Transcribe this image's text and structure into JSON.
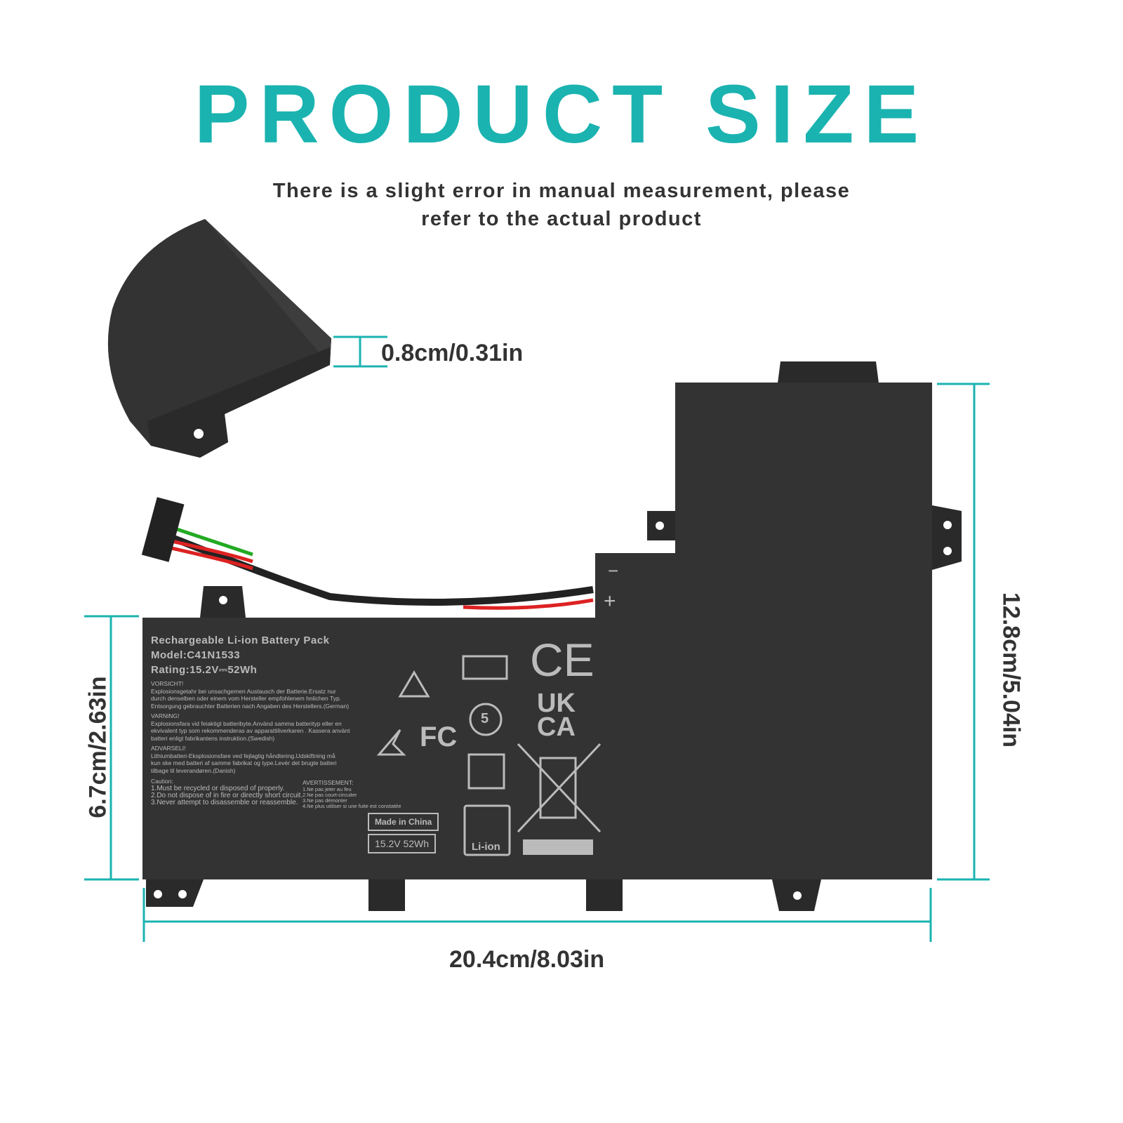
{
  "title": "PRODUCT SIZE",
  "subtitle_line1": "There is a slight error in manual measurement, please",
  "subtitle_line2": "refer to the actual product",
  "dimensions": {
    "thickness": "0.8cm/0.31in",
    "height_left": "6.7cm/2.63in",
    "height_right": "12.8cm/5.04in",
    "width": "20.4cm/8.03in"
  },
  "label": {
    "heading": "Rechargeable Li-ion Battery Pack",
    "model": "Model:C41N1533",
    "rating": "Rating:15.2V⎓52Wh",
    "german_title": "VORSICHT!",
    "german_text": [
      "Explosionsgetahr bei unsachgemen Austausch der Batterie.Ersatz nur",
      "durch denselben oder einem vom Hersteller empfohlenem hnlichen Typ.",
      "Entsorgung gebrauchter Batterien nach Angaben des Herstellers.(German)"
    ],
    "swedish_title": "VARNING!",
    "swedish_text": [
      "Explosionsfara vid feiaktigt batteribyte.Använd samma batterityp eller en",
      "ekvivalent typ som rekommenderas av apparattiliverkaren . Kassera använt",
      "batteri enligt fabrikantens instruktion.(Swedish)"
    ],
    "danish_title": "ADVARSELI!",
    "danish_text": [
      "Lithiumbatteri-Eksplosionsfare ved fejlagtig håndtering.Udskiftning må",
      "kun ske med batteri af samme fabrikat og type.Levér det brugte batteri",
      "tilbage til leverandøren.(Danish)"
    ],
    "caution_title": "Caution:",
    "caution_text": [
      "1.Must be recycled or disposed of properly.",
      "2.Do not dispose of in fire or directly short circuit.",
      "3.Never attempt to disassemble or reassemble."
    ],
    "french_title": "AVERTISSEMENT:",
    "french_text": [
      "1.Ne pas jeter au feu",
      "2.Ne pas court-circuiter",
      "3.Ne pas démonter",
      "4.Ne plus utiliser si une fuite est constatée"
    ],
    "made_in": "Made in China",
    "spec_box": "15.2V  52Wh",
    "liion": "Li-ion",
    "ce": "CE",
    "ukca_1": "UK",
    "ukca_2": "CA",
    "fc": "FC",
    "recycle_number": "5",
    "minus": "−",
    "plus": "+"
  },
  "colors": {
    "accent": "#1ab3b0",
    "battery": "#333333",
    "text": "#333333"
  }
}
